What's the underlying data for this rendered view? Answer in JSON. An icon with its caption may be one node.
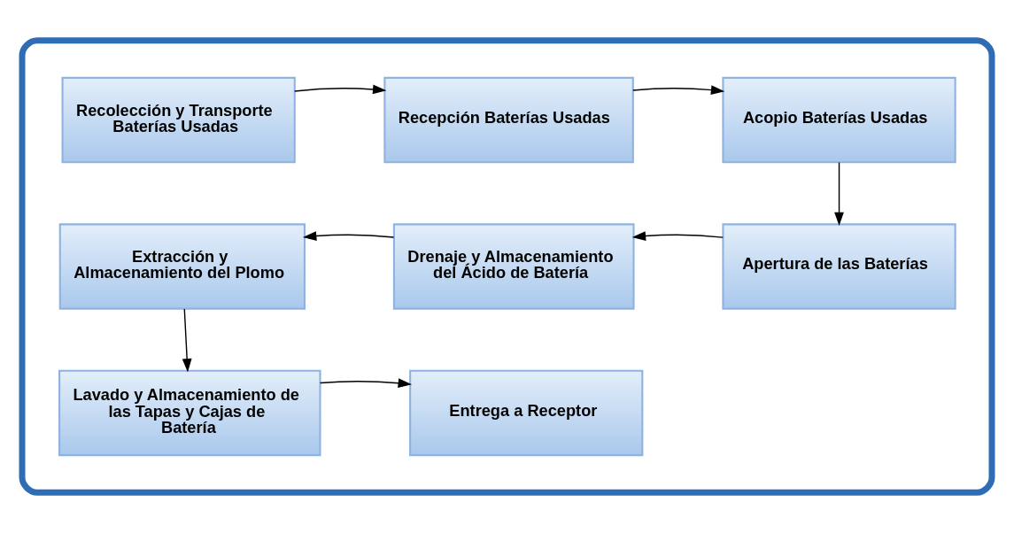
{
  "diagram": {
    "nodes": [
      {
        "text": [],
        "shape": "box"
      },
      {
        "text": [
          "Recolección y Transporte Baterías Usadas"
        ],
        "in": 0
      },
      {
        "text": [
          "Recepción Baterías Usadas"
        ],
        "in": 0
      },
      {
        "text": [
          "Acopio Baterías Usadas"
        ],
        "in": 0
      },
      {
        "text": [
          "Apertura de las Baterías"
        ],
        "in": 0
      },
      {
        "text": [
          "Drenaje y Almacenamiento del Ácido de Batería"
        ],
        "in": 0
      },
      {
        "text": [
          "Extracción y Almacenamiento del Plomo"
        ],
        "in": 0
      },
      {
        "text": [
          "Lavado y Almacenamiento de las Tapas y Cajas de Batería"
        ],
        "in": 0
      },
      {
        "text": [
          "Entrega a Receptor"
        ],
        "in": 0
      }
    ],
    "edges": [
      {
        "from": 1,
        "to": 2,
        "arrow": "to"
      },
      {
        "from": 2,
        "to": 3,
        "arrow": "to"
      },
      {
        "from": 3,
        "to": 4,
        "arrow": "to"
      },
      {
        "from": 4,
        "to": 5,
        "arrow": "to"
      },
      {
        "from": 5,
        "to": 6,
        "arrow": "to"
      },
      {
        "from": 6,
        "to": 7,
        "arrow": "to"
      },
      {
        "from": 7,
        "to": 8,
        "arrow": "to"
      }
    ]
  }
}
